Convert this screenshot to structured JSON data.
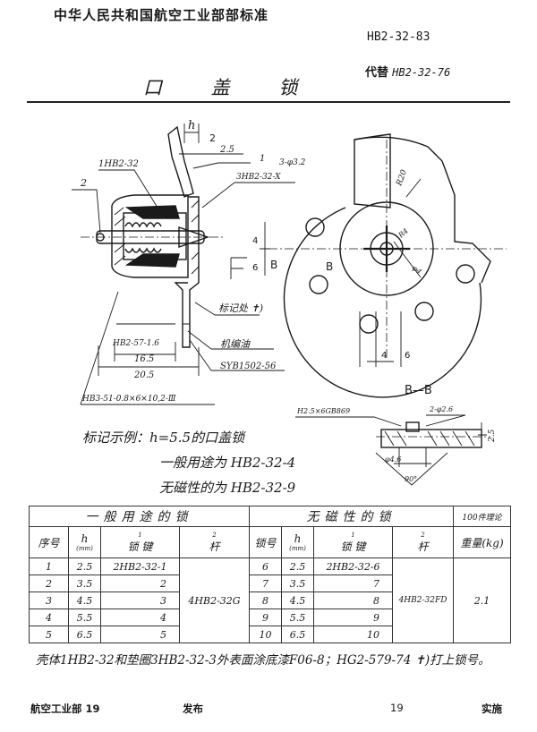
{
  "header": {
    "organization": "中华人民共和国航空工业部部标准",
    "code": "HB2-32-83",
    "title": "口 盖 锁",
    "replaces_label": "代替",
    "replaces_code": "HB2-32-76"
  },
  "drawing": {
    "labels": {
      "h": "h",
      "dim_2": "2",
      "dim_2_5": "2.5",
      "dim_1": "1",
      "hole": "3-φ3.2",
      "part_3": "3HB2-32-X",
      "part_1": "1HB2-32",
      "part_2": "2",
      "r20": "R20",
      "r4": "R4",
      "d4": "φ4",
      "dim_4_v": "4",
      "dim_6_v": "6",
      "b_left": "B",
      "b_center": "B",
      "mark_pos": "标记处 ✝)",
      "part_57": "HB2-57-1.6",
      "dim_16_5": "16.5",
      "dim_20_5": "20.5",
      "material_1": "机编油",
      "material_2": "SYB1502-56",
      "dim_4_h": "4",
      "dim_6_h": "6",
      "spring": "HB3-51-0.8×6×10,2-Ⅲ",
      "section": "B—B",
      "rivet": "H2.5×6GB869",
      "rivet_hole": "2-φ2.6",
      "sec_dia": "φ4.6",
      "sec_angle": "90°",
      "sec_25": "2.5"
    }
  },
  "example": {
    "line1": "标记示例：h=5.5的口盖锁",
    "line2": "一般用途为 HB2-32-4",
    "line3": "无磁性的为 HB2-32-9"
  },
  "table": {
    "group_general": "一般用途的锁",
    "group_nonmag": "无磁性的锁",
    "weight_top": "100件理论",
    "weight_bottom": "重量(kg)",
    "col_seq": "序号",
    "col_h": "h",
    "col_unit": "(mm)",
    "col_lock_key": "锁   键",
    "col_1": "1",
    "col_2": "2",
    "col_rod": "杆",
    "col_lock_no": "锁号",
    "rod_general": "4HB2-32G",
    "rod_nonmag": "4HB2-32FD",
    "weight": "2.1",
    "rows": [
      {
        "seq": "1",
        "h": "2.5",
        "key": "2HB2-32-1",
        "no": "6",
        "h2": "2.5",
        "key2": "2HB2-32-6"
      },
      {
        "seq": "2",
        "h": "3.5",
        "key": "2",
        "no": "7",
        "h2": "3.5",
        "key2": "7"
      },
      {
        "seq": "3",
        "h": "4.5",
        "key": "3",
        "no": "8",
        "h2": "4.5",
        "key2": "8"
      },
      {
        "seq": "4",
        "h": "5.5",
        "key": "4",
        "no": "9",
        "h2": "5.5",
        "key2": "9"
      },
      {
        "seq": "5",
        "h": "6.5",
        "key": "5",
        "no": "10",
        "h2": "6.5",
        "key2": "10"
      }
    ]
  },
  "note": "壳体1HB2-32和垫圈3HB2-32-3外表面涂底漆F06-8；HG2-579-74 ✝)打上锁号。",
  "footer": {
    "org": "航空工业部 19",
    "issued": "发布",
    "date": "19",
    "effective": "实施"
  }
}
